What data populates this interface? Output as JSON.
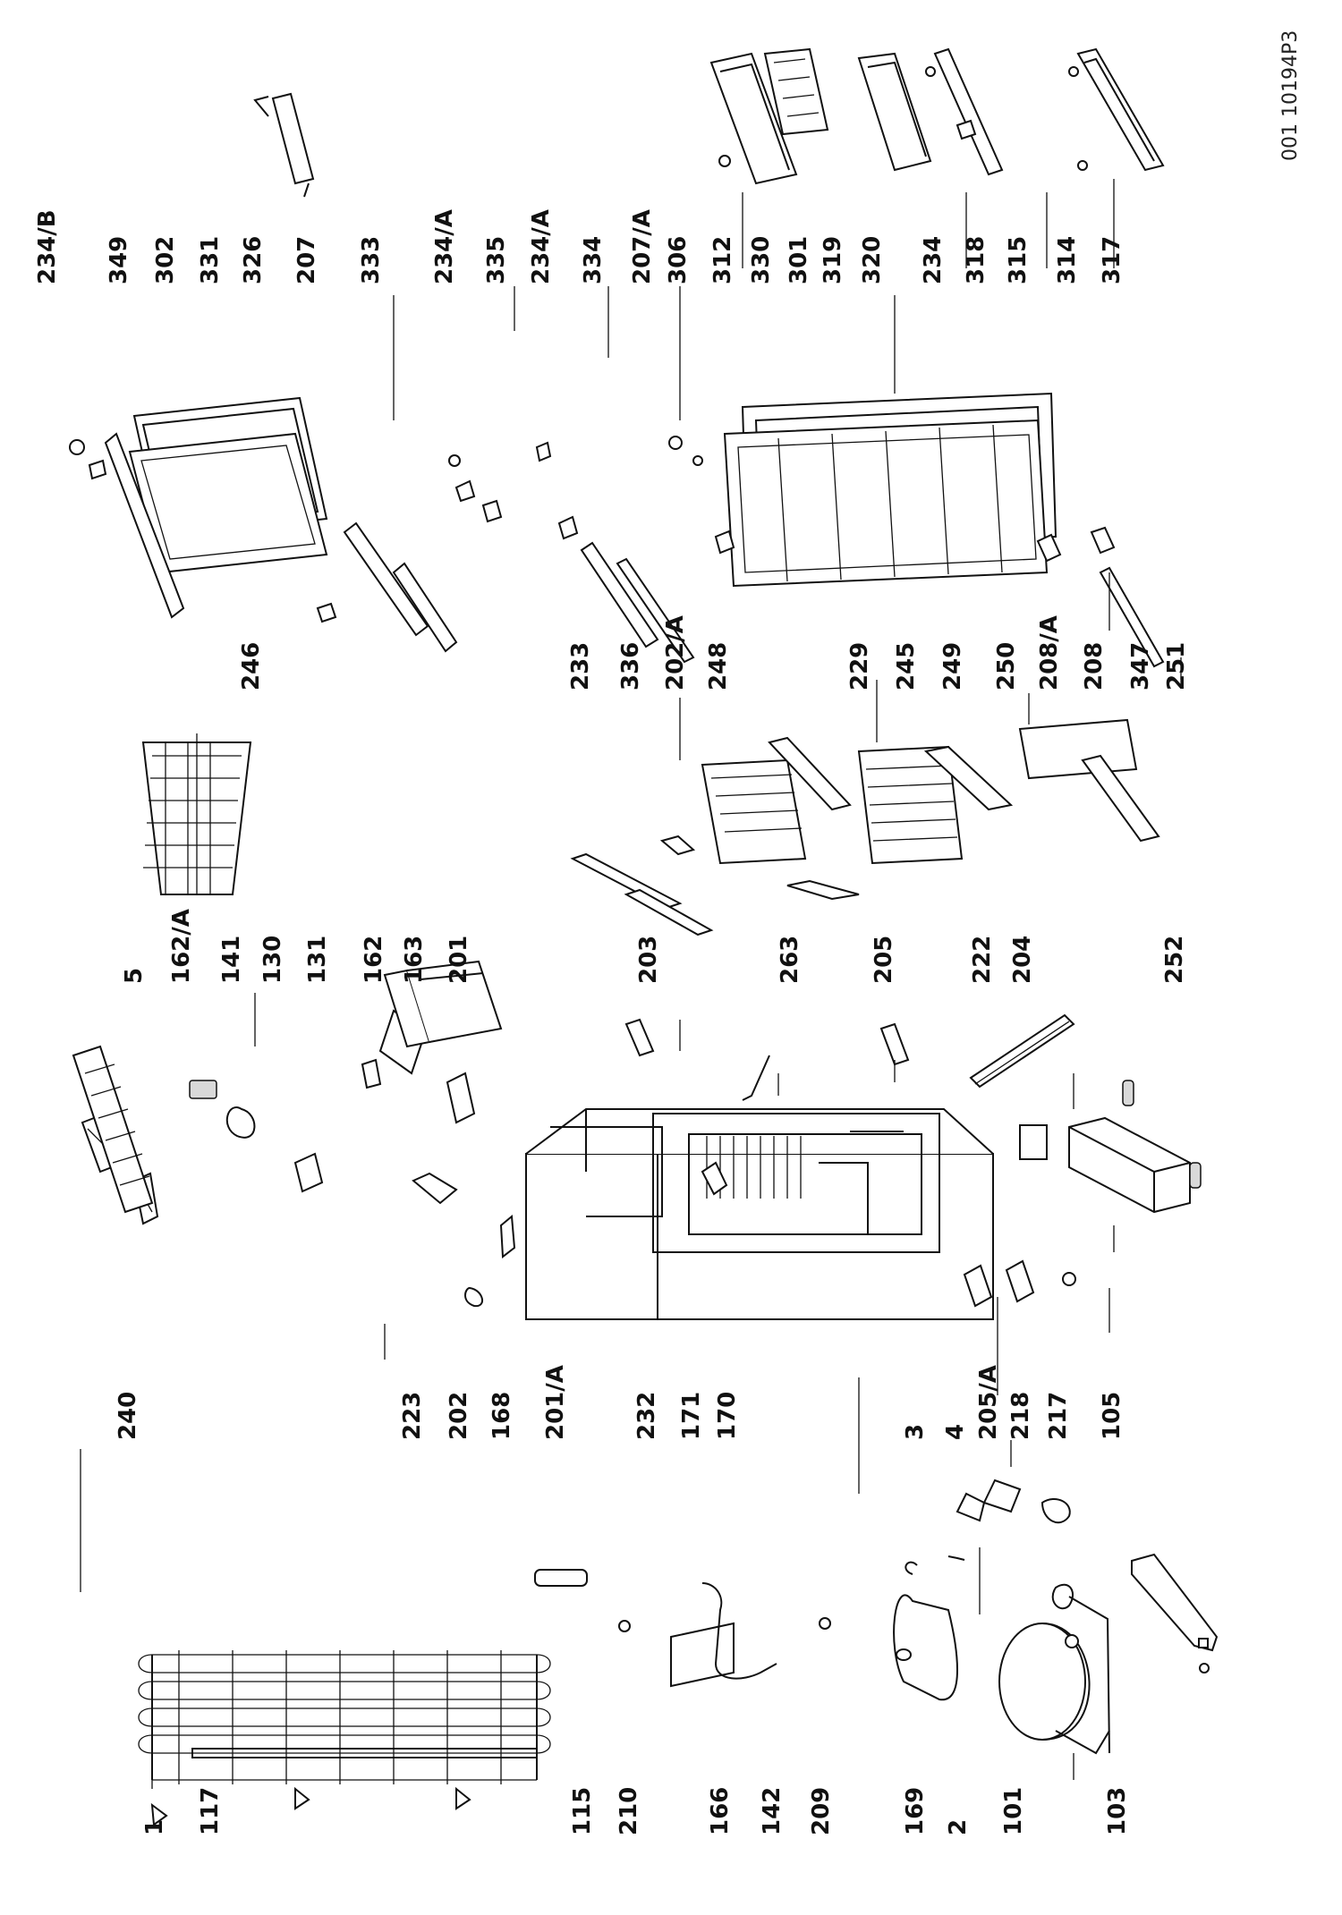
{
  "document_id": "001 10194P3",
  "part_labels": [
    {
      "id": "234/B"
    },
    {
      "id": "349"
    },
    {
      "id": "302"
    },
    {
      "id": "331"
    },
    {
      "id": "326"
    },
    {
      "id": "207"
    },
    {
      "id": "333"
    },
    {
      "id": "234/A"
    },
    {
      "id": "335"
    },
    {
      "id": "234/A"
    },
    {
      "id": "334"
    },
    {
      "id": "207/A"
    },
    {
      "id": "306"
    },
    {
      "id": "312"
    },
    {
      "id": "330"
    },
    {
      "id": "301"
    },
    {
      "id": "319"
    },
    {
      "id": "320"
    },
    {
      "id": "234"
    },
    {
      "id": "318"
    },
    {
      "id": "315"
    },
    {
      "id": "314"
    },
    {
      "id": "317"
    },
    {
      "id": "246"
    },
    {
      "id": "233"
    },
    {
      "id": "336"
    },
    {
      "id": "202/A"
    },
    {
      "id": "248"
    },
    {
      "id": "229"
    },
    {
      "id": "245"
    },
    {
      "id": "249"
    },
    {
      "id": "250"
    },
    {
      "id": "208/A"
    },
    {
      "id": "208"
    },
    {
      "id": "347"
    },
    {
      "id": "251"
    },
    {
      "id": "5"
    },
    {
      "id": "162/A"
    },
    {
      "id": "141"
    },
    {
      "id": "130"
    },
    {
      "id": "131"
    },
    {
      "id": "162"
    },
    {
      "id": "163"
    },
    {
      "id": "201"
    },
    {
      "id": "203"
    },
    {
      "id": "263"
    },
    {
      "id": "205"
    },
    {
      "id": "222"
    },
    {
      "id": "204"
    },
    {
      "id": "252"
    },
    {
      "id": "240"
    },
    {
      "id": "223"
    },
    {
      "id": "202"
    },
    {
      "id": "168"
    },
    {
      "id": "201/A"
    },
    {
      "id": "232"
    },
    {
      "id": "171"
    },
    {
      "id": "170"
    },
    {
      "id": "3"
    },
    {
      "id": "4"
    },
    {
      "id": "205/A"
    },
    {
      "id": "218"
    },
    {
      "id": "217"
    },
    {
      "id": "105"
    },
    {
      "id": "1"
    },
    {
      "id": "117"
    },
    {
      "id": "115"
    },
    {
      "id": "210"
    },
    {
      "id": "166"
    },
    {
      "id": "142"
    },
    {
      "id": "209"
    },
    {
      "id": "169"
    },
    {
      "id": "2"
    },
    {
      "id": "101"
    },
    {
      "id": "103"
    }
  ]
}
